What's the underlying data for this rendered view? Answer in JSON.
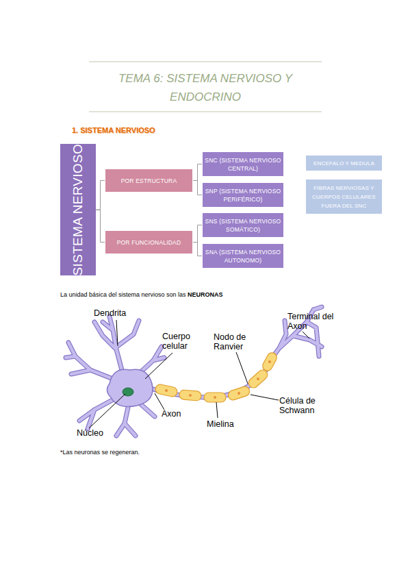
{
  "diagram": {
    "title": "TEMA 6: SISTEMA NERVIOSO Y ENDOCRINO",
    "nodes": [
      {
        "text": [
          "SISTEMA NERVIOSO"
        ]
      },
      {
        "text": [
          "POR ESTRUCTURA"
        ]
      },
      {
        "text": [
          "POR FUNCIONALIDAD"
        ]
      },
      {
        "text": [
          "SNC (SISTEMA NERVIOSO CENTRAL)"
        ]
      },
      {
        "text": [
          "SNP (SISTEMA NERVIOSO PERIFÉRICO)"
        ]
      },
      {
        "text": [
          "SNS (SISTEMA NERVIOSO SOMÁTICO)"
        ]
      },
      {
        "text": [
          "SNA (SISTEMA NERVIOSO AUTONOMO)"
        ]
      },
      {
        "text": [
          "ENCEFALO Y MEDULA"
        ]
      },
      {
        "text": [
          "FIBRAS NERVIOSAS Y CUERPOS CELULARES FUERA DEL SNC"
        ]
      }
    ],
    "edges": [
      {
        "from": 0,
        "to": 1,
        "arrow": "none"
      },
      {
        "from": 0,
        "to": 2,
        "arrow": "none"
      },
      {
        "from": 1,
        "to": 3,
        "arrow": "none"
      },
      {
        "from": 1,
        "to": 4,
        "arrow": "none"
      },
      {
        "from": 2,
        "to": 5,
        "arrow": "none"
      },
      {
        "from": 2,
        "to": 6,
        "arrow": "none"
      }
    ],
    "labels": [
      "1. SISTEMA NERVIOSO",
      "La unidad básica del sistema nervioso son las",
      "NEURONAS",
      "Dendrita",
      "Cuerpo celular",
      "Nodo de Ranvier",
      "Terminal del Axon",
      "Axon",
      "Mielina",
      "Célula de Schwann",
      "Núcleo",
      "*Las neuronas se regeneran."
    ]
  }
}
